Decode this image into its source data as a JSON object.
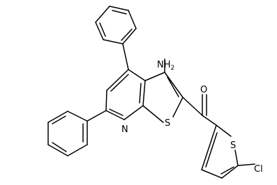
{
  "structure": {
    "labels": {
      "amino": "NH",
      "amino_subscript": "2",
      "oxygen": "O",
      "ring_nitrogen": "N",
      "thiophene_sulfur_fused": "S",
      "thiophene_sulfur_chloro": "S",
      "chlorine": "Cl"
    }
  }
}
